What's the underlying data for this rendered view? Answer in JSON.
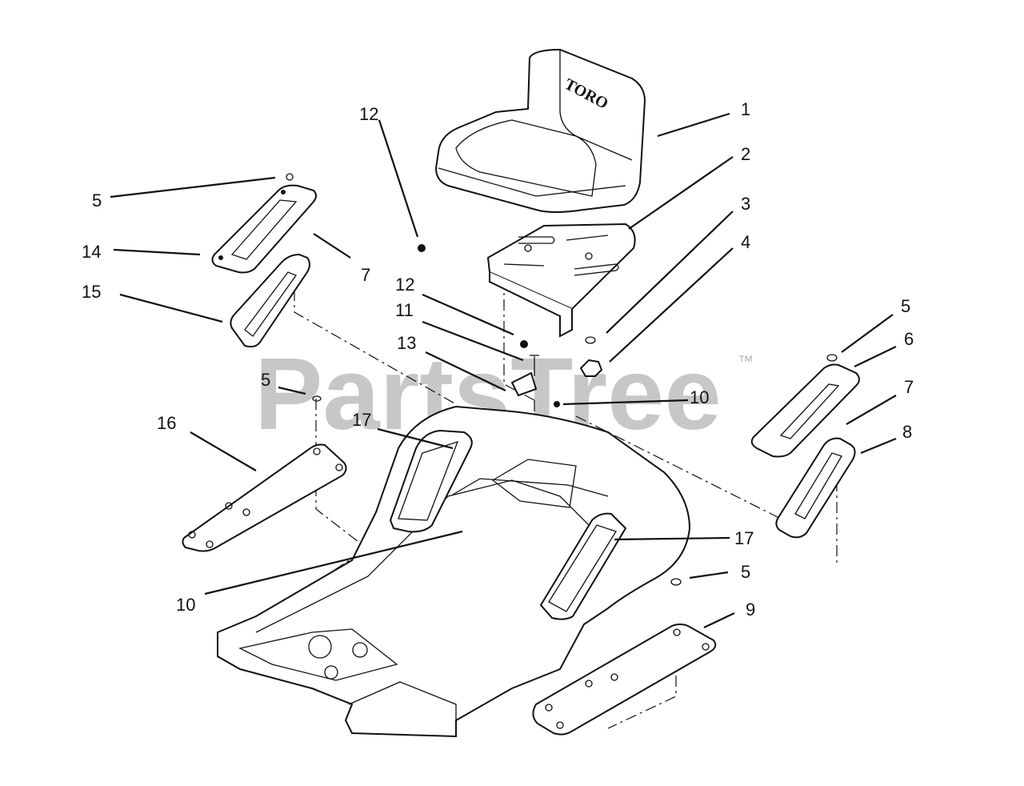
{
  "watermark": {
    "text": "PartsTree",
    "tm": "™"
  },
  "seat_logo": "TORO",
  "callouts": [
    {
      "id": "c1",
      "label": "1"
    },
    {
      "id": "c2",
      "label": "2"
    },
    {
      "id": "c3",
      "label": "3"
    },
    {
      "id": "c4",
      "label": "4"
    },
    {
      "id": "c5a",
      "label": "5"
    },
    {
      "id": "c5b",
      "label": "5"
    },
    {
      "id": "c5c",
      "label": "5"
    },
    {
      "id": "c5d",
      "label": "5"
    },
    {
      "id": "c6",
      "label": "6"
    },
    {
      "id": "c7a",
      "label": "7"
    },
    {
      "id": "c7b",
      "label": "7"
    },
    {
      "id": "c8",
      "label": "8"
    },
    {
      "id": "c9",
      "label": "9"
    },
    {
      "id": "c10a",
      "label": "10"
    },
    {
      "id": "c10b",
      "label": "10"
    },
    {
      "id": "c11",
      "label": "11"
    },
    {
      "id": "c12a",
      "label": "12"
    },
    {
      "id": "c12b",
      "label": "12"
    },
    {
      "id": "c13",
      "label": "13"
    },
    {
      "id": "c14",
      "label": "14"
    },
    {
      "id": "c15",
      "label": "15"
    },
    {
      "id": "c16",
      "label": "16"
    },
    {
      "id": "c17a",
      "label": "17"
    },
    {
      "id": "c17b",
      "label": "17"
    }
  ]
}
